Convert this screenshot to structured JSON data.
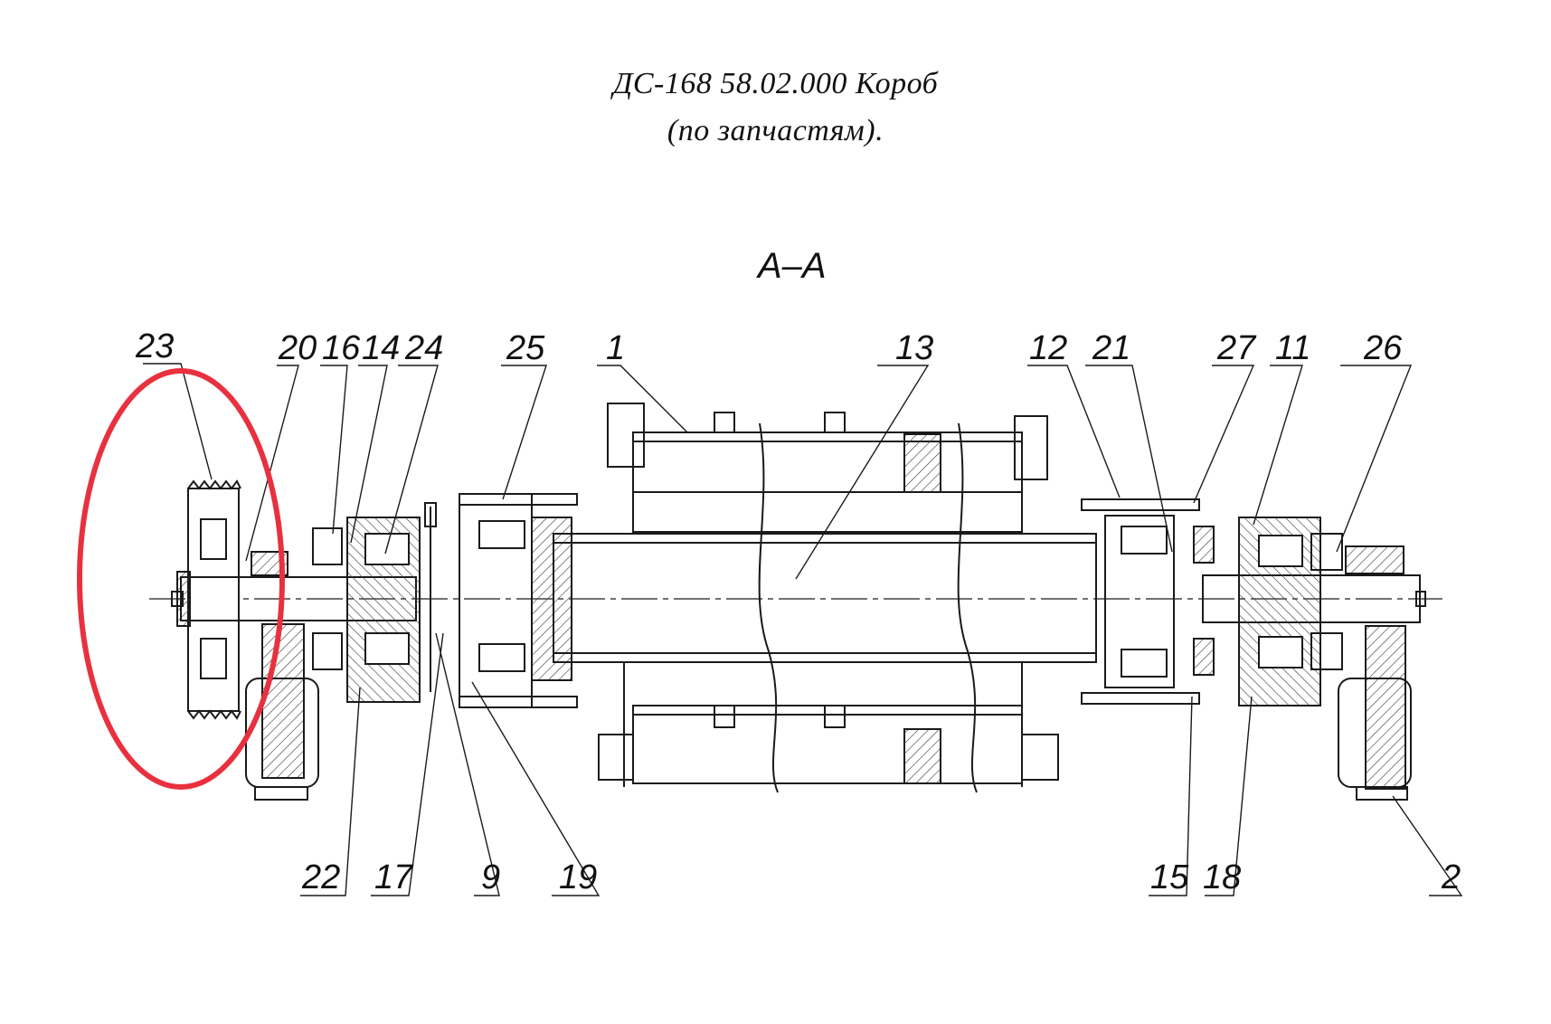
{
  "title": {
    "line1": "ДС-168 58.02.000 Короб",
    "line2": "(по запчастям)."
  },
  "section_label": "А–А",
  "callouts": {
    "c23": "23",
    "c20": "20",
    "c16": "16",
    "c14": "14",
    "c24": "24",
    "c25": "25",
    "c1": "1",
    "c13": "13",
    "c12": "12",
    "c21": "21",
    "c27": "27",
    "c11": "11",
    "c26": "26",
    "c22": "22",
    "c17": "17",
    "c9": "9",
    "c19": "19",
    "c15": "15",
    "c18": "18",
    "c2": "2"
  },
  "highlight": {
    "color": "#e8313f",
    "target": "23"
  },
  "colors": {
    "line": "#1a1a1a",
    "hatch": "#444444"
  }
}
